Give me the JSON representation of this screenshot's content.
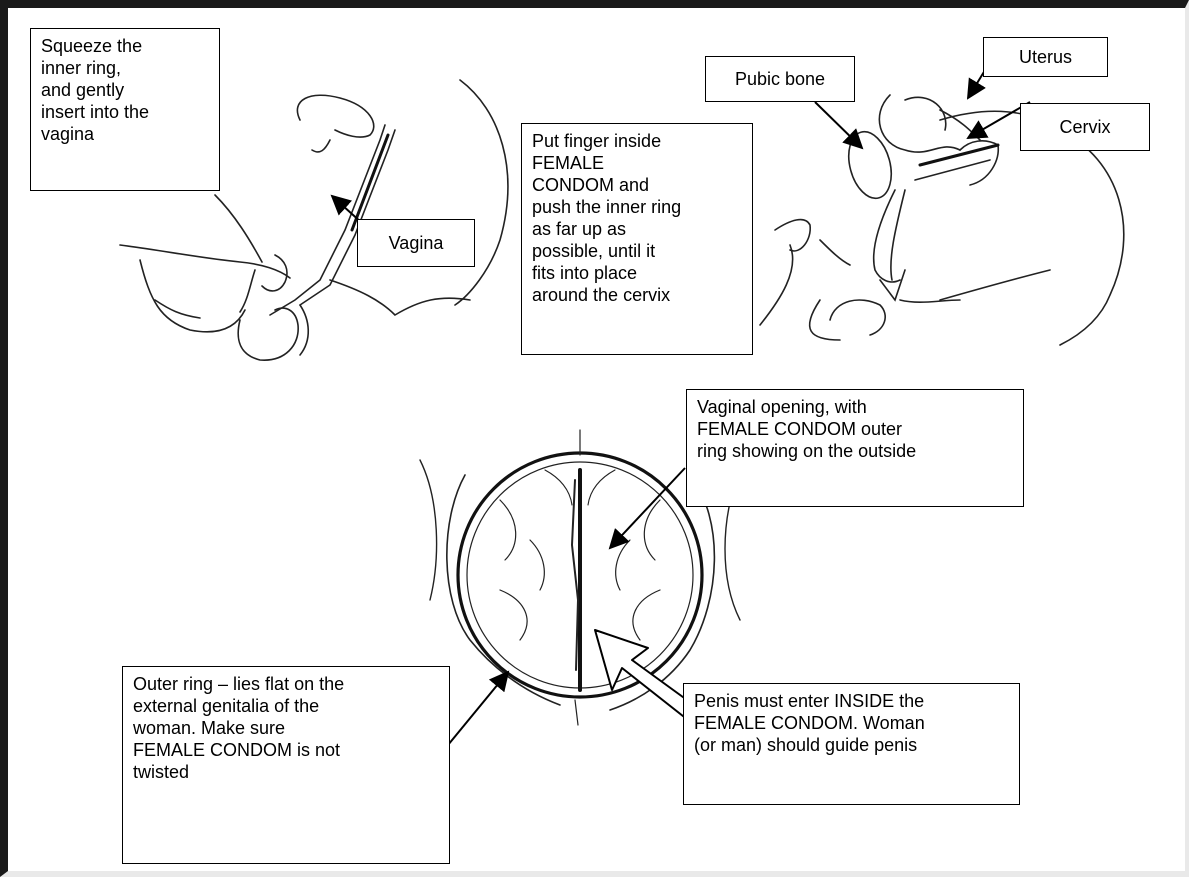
{
  "labels": {
    "squeeze": "Squeeze the\ninner ring,\nand gently\ninsert into the\nvagina",
    "vagina": "Vagina",
    "put_finger": "Put finger inside\nFEMALE\nCONDOM and\npush the inner ring\nas far up as\npossible, until it\nfits into place\naround the cervix",
    "pubic_bone": "Pubic bone",
    "uterus": "Uterus",
    "cervix": "Cervix",
    "vaginal_opening": "Vaginal opening, with\nFEMALE CONDOM outer\nring showing on the outside",
    "outer_ring": "Outer ring – lies flat on the\nexternal genitalia of the\nwoman.  Make sure\nFEMALE CONDOM is not\ntwisted",
    "penis": "Penis must enter INSIDE the\nFEMALE CONDOM.  Woman\n(or man) should guide penis"
  },
  "illustrations": [
    "insertion-side-view-drawing",
    "placement-side-view-drawing",
    "outer-ring-front-view-drawing"
  ],
  "colors": {
    "ink": "#000000",
    "border_dark": "#1a1a1a",
    "background": "#ffffff"
  }
}
